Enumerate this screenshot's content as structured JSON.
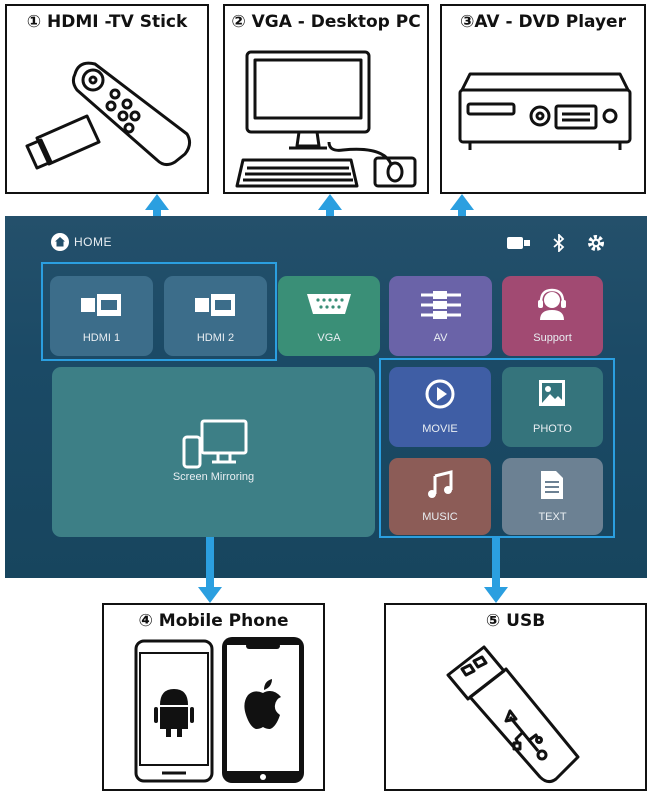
{
  "sources": {
    "hdmi": {
      "title": "① HDMI -TV Stick"
    },
    "vga": {
      "title": "② VGA - Desktop PC"
    },
    "av": {
      "title": "③AV - DVD Player"
    },
    "mobile": {
      "title": "④ Mobile Phone"
    },
    "usb": {
      "title": "⑤ USB"
    }
  },
  "screen": {
    "home_label": "HOME",
    "status_icons": [
      "input-source-icon",
      "bluetooth-icon",
      "settings-gear-icon"
    ],
    "tiles": {
      "hdmi1": "HDMI 1",
      "hdmi2": "HDMI 2",
      "vga": "VGA",
      "av": "AV",
      "support": "Support",
      "screen_mirroring": "Screen Mirroring",
      "movie": "MOVIE",
      "photo": "PHOTO",
      "music": "MUSIC",
      "text": "TEXT"
    }
  },
  "colors": {
    "highlight": "#2b9fe0",
    "hdmi_tile": "#3c6d8a",
    "vga_tile": "#3a8f77",
    "av_tile": "#6a63a8",
    "support_tile": "#a14a72",
    "mirror_tile": "#3d7f86",
    "movie_tile": "#3f5ea5",
    "photo_tile": "#35747c",
    "music_tile": "#8c5c57",
    "text_tile": "#6c8193"
  }
}
